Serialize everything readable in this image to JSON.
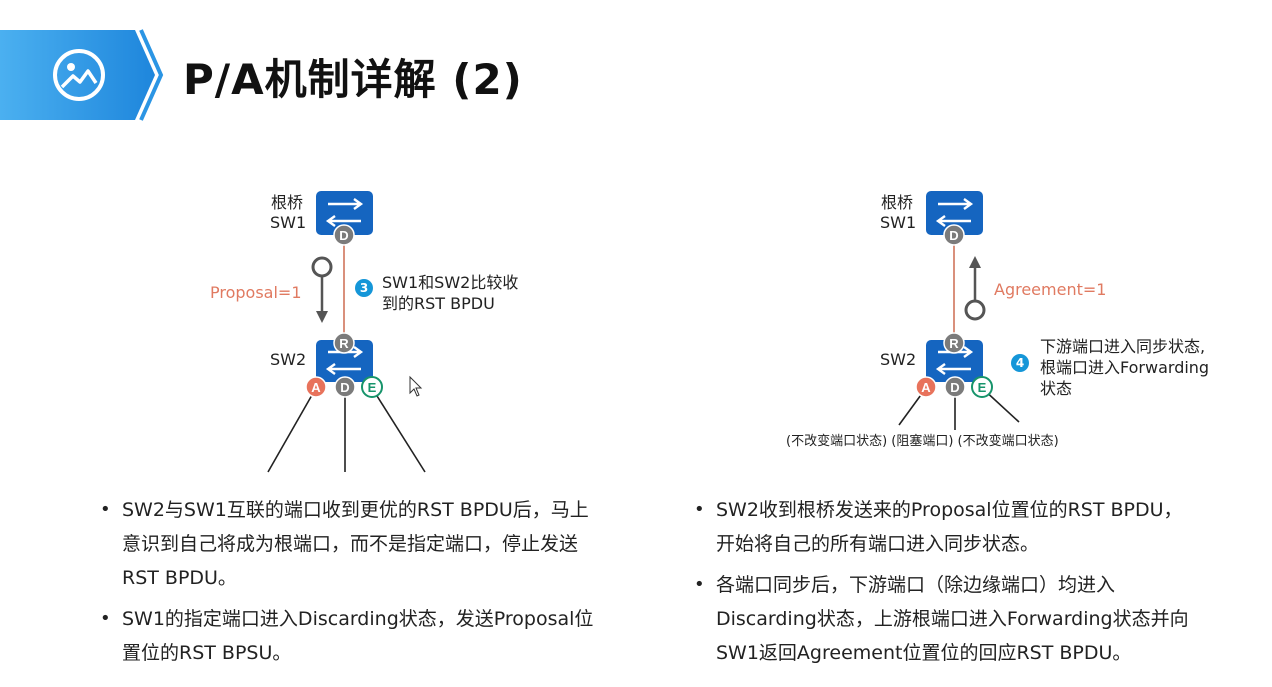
{
  "header": {
    "title": "P/A机制详解 (2)",
    "icon": "picture-icon"
  },
  "left_diagram": {
    "root_label_line1": "根桥",
    "root_label_line2": "SW1",
    "sw2_label": "SW2",
    "message": "Proposal=1",
    "step_number": "3",
    "step_text_line1": "SW1和SW2比较收",
    "step_text_line2": "到的RST BPDU",
    "ports": {
      "sw1_d": "D",
      "sw2_r": "R",
      "sw2_a": "A",
      "sw2_d": "D",
      "sw2_e": "E"
    }
  },
  "right_diagram": {
    "root_label_line1": "根桥",
    "root_label_line2": "SW1",
    "sw2_label": "SW2",
    "message": "Agreement=1",
    "step_number": "4",
    "step_text_line1": "下游端口进入同步状态,",
    "step_text_line2": "根端口进入Forwarding",
    "step_text_line3": "状态",
    "ports": {
      "sw1_d": "D",
      "sw2_r": "R",
      "sw2_a": "A",
      "sw2_d": "D",
      "sw2_e": "E"
    },
    "port_states": "(不改变端口状态) (阻塞端口) (不改变端口状态)"
  },
  "left_bullets": [
    {
      "line1": "SW2与SW1互联的端口收到更优的RST  BPDU后，马上",
      "line2": "意识到自己将成为根端口，而不是指定端口，停止发送",
      "line3": "RST BPDU。"
    },
    {
      "line1": "SW1的指定端口进入Discarding状态，发送Proposal位",
      "line2": "置位的RST BPSU。"
    }
  ],
  "right_bullets": [
    {
      "line1": "SW2收到根桥发送来的Proposal位置位的RST  BPDU，",
      "line2": "开始将自己的所有端口进入同步状态。"
    },
    {
      "line1": "各端口同步后，下游端口（除边缘端口）均进入",
      "line2": "Discarding状态，上游根端口进入Forwarding状态并向",
      "line3": "SW1返回Agreement位置位的回应RST BPDU。"
    }
  ],
  "colors": {
    "banner_blue": "#1e8fe0",
    "switch_blue": "#1565c0",
    "port_grey": "#7b7b7b",
    "port_alternate": "#e8735c",
    "port_edge": "#17946b",
    "link_color": "#d9907c",
    "message_color": "#e07a61",
    "step_blue": "#1596d8"
  }
}
